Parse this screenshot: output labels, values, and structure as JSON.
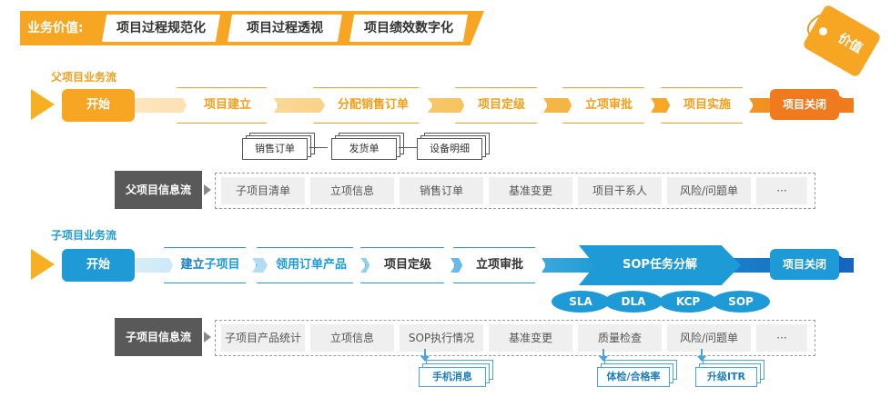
{
  "banner": {
    "title": "业务价值:",
    "items": [
      "项目过程规范化",
      "项目过程透视",
      "项目绩效数字化"
    ]
  },
  "tag": {
    "label": "价值"
  },
  "parent": {
    "label": "父项目业务流",
    "start": "开始",
    "steps": [
      "项目建立",
      "分配销售订单",
      "项目定级",
      "立项审批",
      "项目实施"
    ],
    "end": "项目关闭",
    "docs": [
      "销售订单",
      "发货单",
      "设备明细"
    ],
    "info_label": "父项目信息流",
    "info_cells": [
      "子项目清单",
      "立项信息",
      "销售订单",
      "基准变更",
      "项目干系人",
      "风险/问题单",
      "···"
    ]
  },
  "child": {
    "label": "子项目业务流",
    "start": "开始",
    "step1_prefix": "建立",
    "step1_highlight": "子项目",
    "steps": [
      "领用订单产品",
      "项目定级",
      "立项审批"
    ],
    "sop": "SOP任务分解",
    "end": "项目关闭",
    "ovals": [
      "SLA",
      "DLA",
      "KCP",
      "SOP"
    ],
    "info_label": "子项目信息流",
    "info_cells": [
      "子项目产品统计",
      "立项信息",
      "SOP执行情况",
      "基准变更",
      "质量检查",
      "风险/问题单",
      "···"
    ],
    "sub_docs": [
      "手机消息",
      "体检/合格率",
      "升级ITR"
    ]
  },
  "colors": {
    "orange": "#f6a623",
    "blue": "#1e9ad6",
    "dark_blue": "#1565c0",
    "gray": "#595959"
  }
}
